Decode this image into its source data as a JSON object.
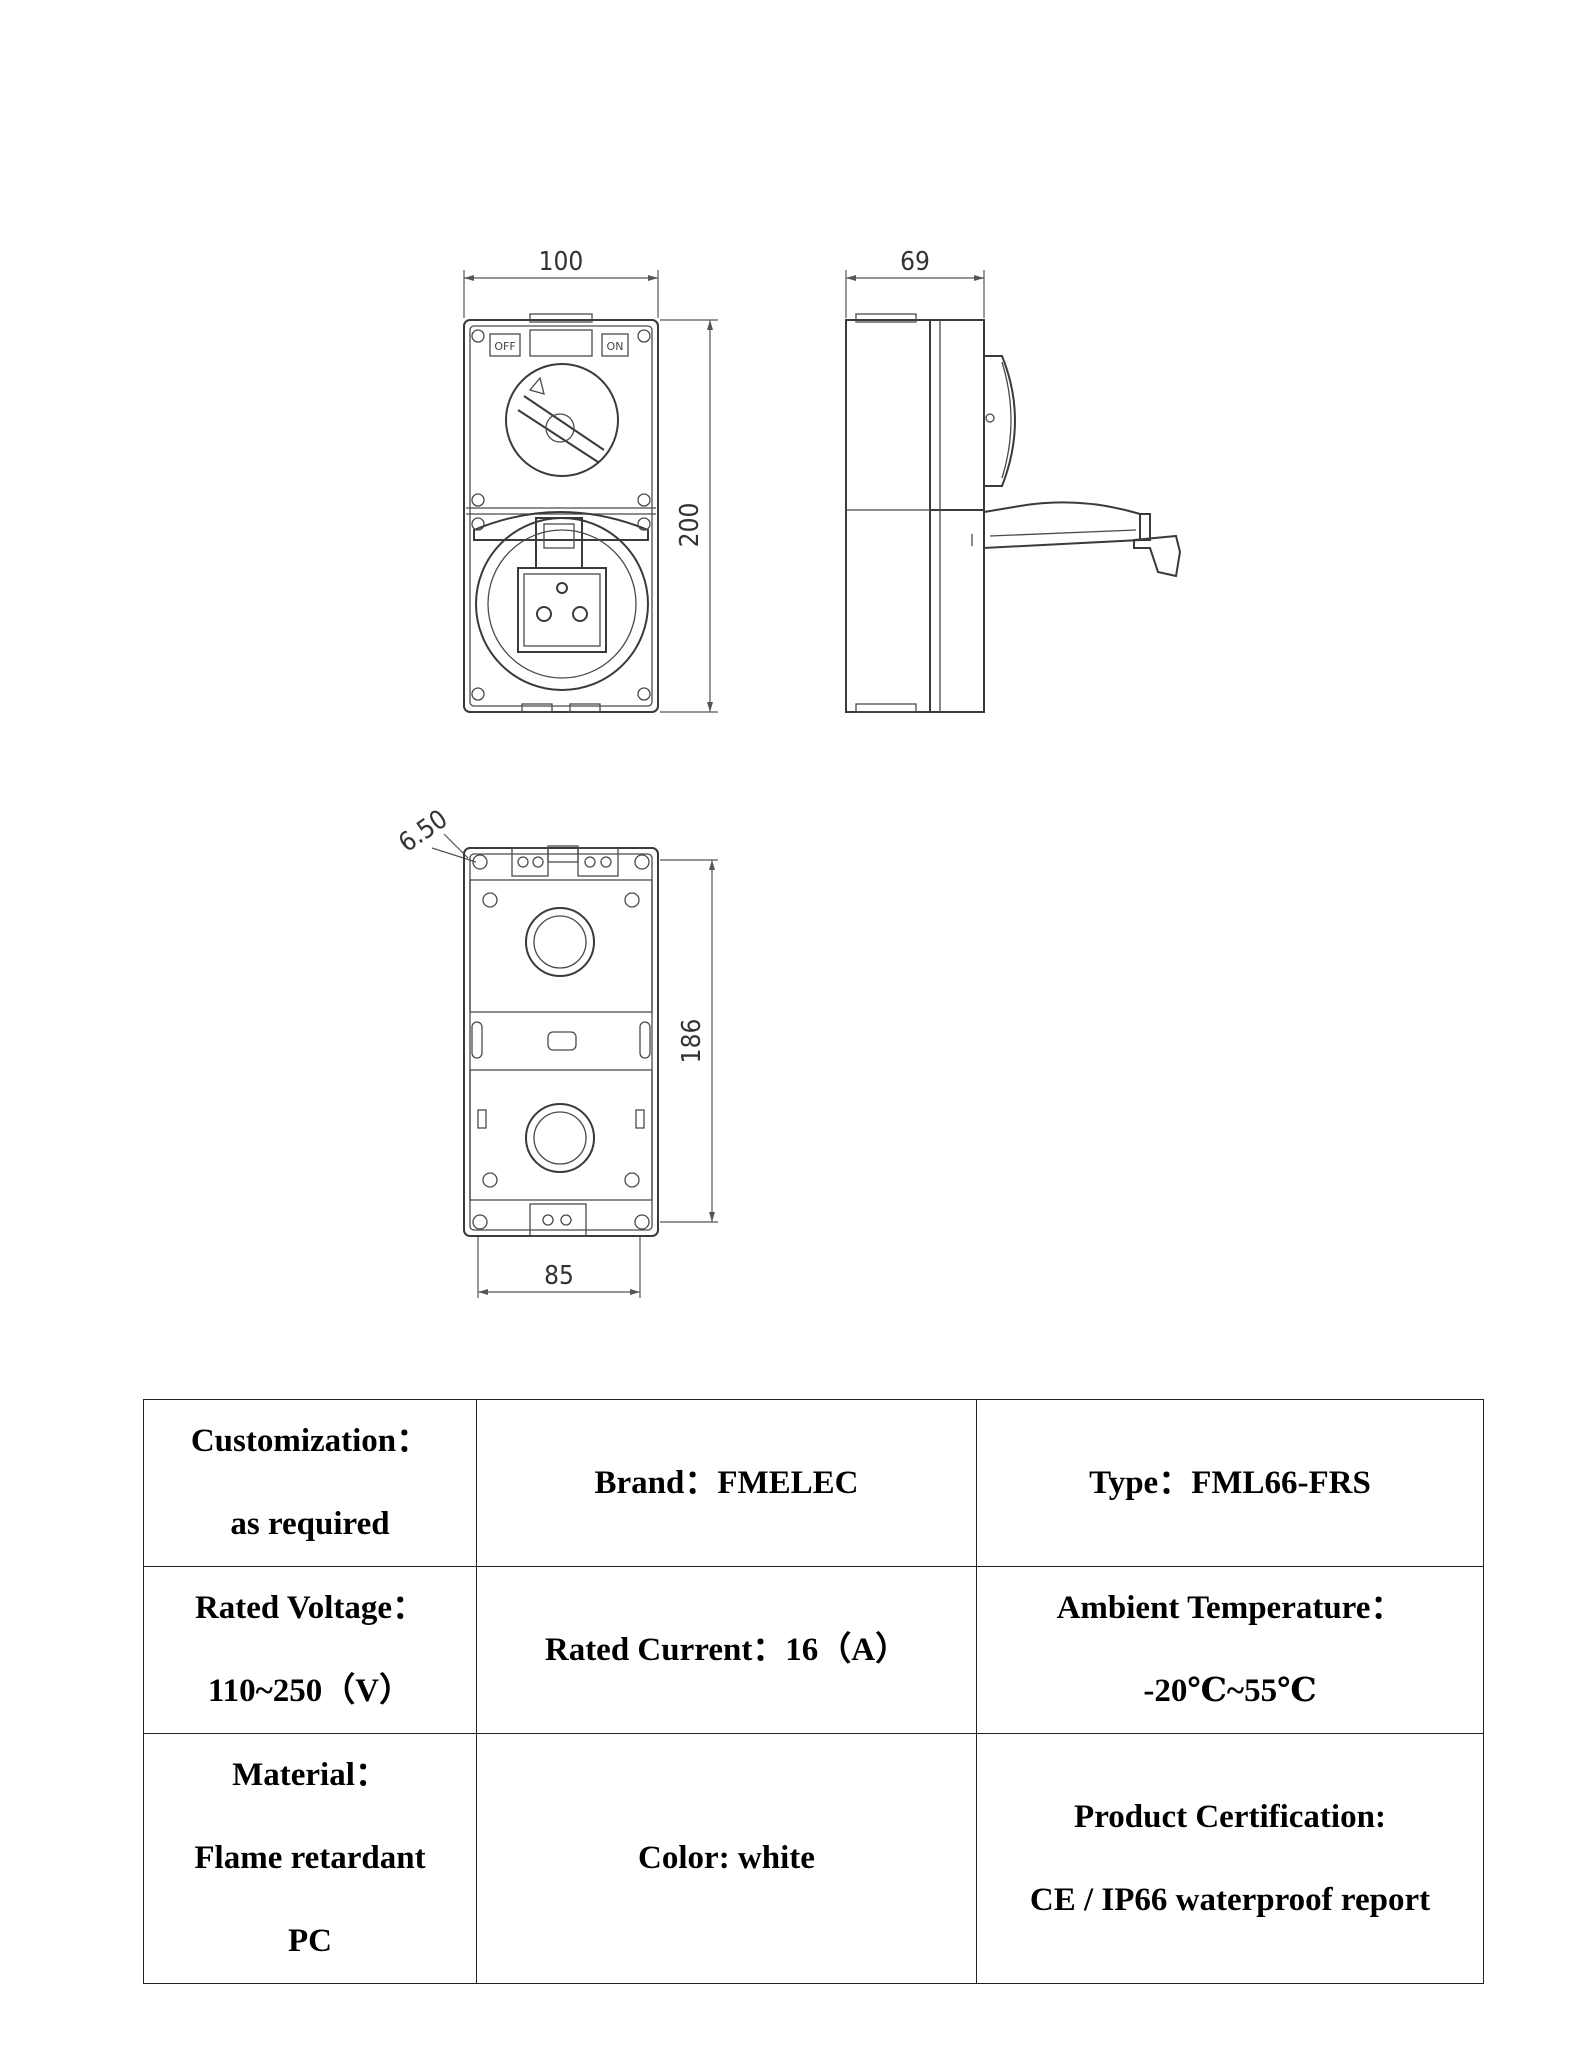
{
  "drawing": {
    "front_view": {
      "width_label": "100",
      "height_label": "200",
      "switch_off_label": "OFF",
      "switch_on_label": "ON"
    },
    "side_view": {
      "depth_label": "69"
    },
    "back_view": {
      "hole_label": "6.50",
      "height_label": "186",
      "width_label": "85"
    }
  },
  "specs": {
    "customization_label": "Customization：",
    "customization_value": "as required",
    "brand": "Brand：FMELEC",
    "type": "Type：FML66-FRS",
    "voltage_label": "Rated Voltage：",
    "voltage_value": "110~250（V）",
    "current": "Rated Current：16（A）",
    "temperature_label": "Ambient Temperature：",
    "temperature_value": "-20℃~55℃",
    "material_label": "Material：",
    "material_value_1": "Flame retardant",
    "material_value_2": "PC",
    "color": "Color: white",
    "certification_label": "Product Certification:",
    "certification_value": "CE / IP66 waterproof report"
  }
}
